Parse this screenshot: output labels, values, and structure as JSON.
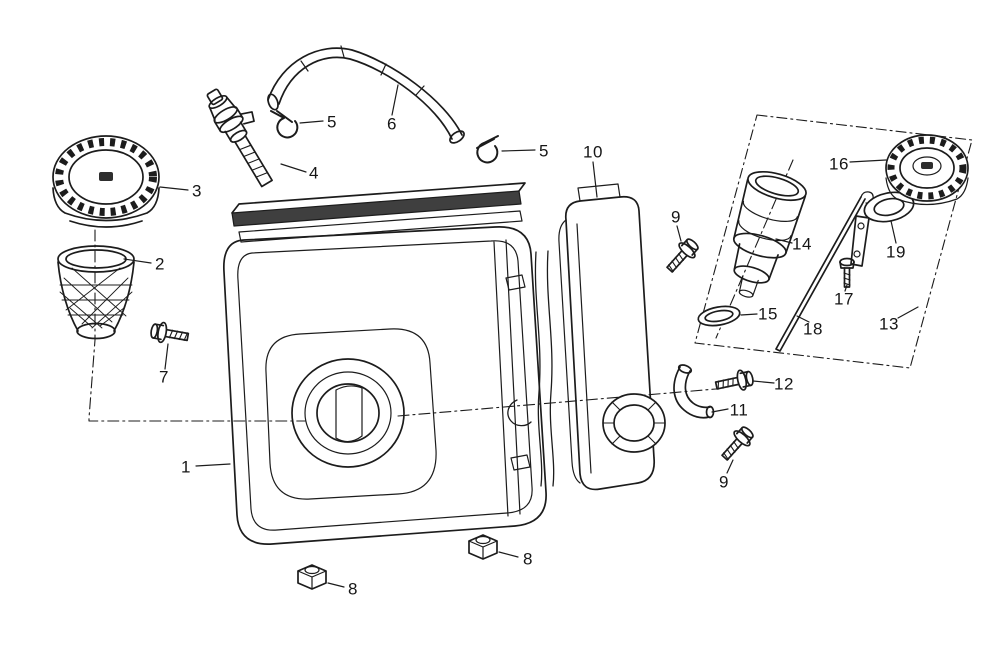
{
  "diagram": {
    "kind": "exploded-parts-line-drawing",
    "colors": {
      "background": "#ffffff",
      "line": "#1c1c1c",
      "shaded_edge": "#3f3f3f"
    }
  },
  "callouts": [
    {
      "label": "1"
    },
    {
      "label": "2"
    },
    {
      "label": "3"
    },
    {
      "label": "4"
    },
    {
      "label": "5"
    },
    {
      "label": "6"
    },
    {
      "label": "5"
    },
    {
      "label": "7"
    },
    {
      "label": "8"
    },
    {
      "label": "8"
    },
    {
      "label": "9"
    },
    {
      "label": "9"
    },
    {
      "label": "10"
    },
    {
      "label": "11"
    },
    {
      "label": "12"
    },
    {
      "label": "13"
    },
    {
      "label": "14"
    },
    {
      "label": "15"
    },
    {
      "label": "16"
    },
    {
      "label": "17"
    },
    {
      "label": "18"
    },
    {
      "label": "19"
    }
  ]
}
